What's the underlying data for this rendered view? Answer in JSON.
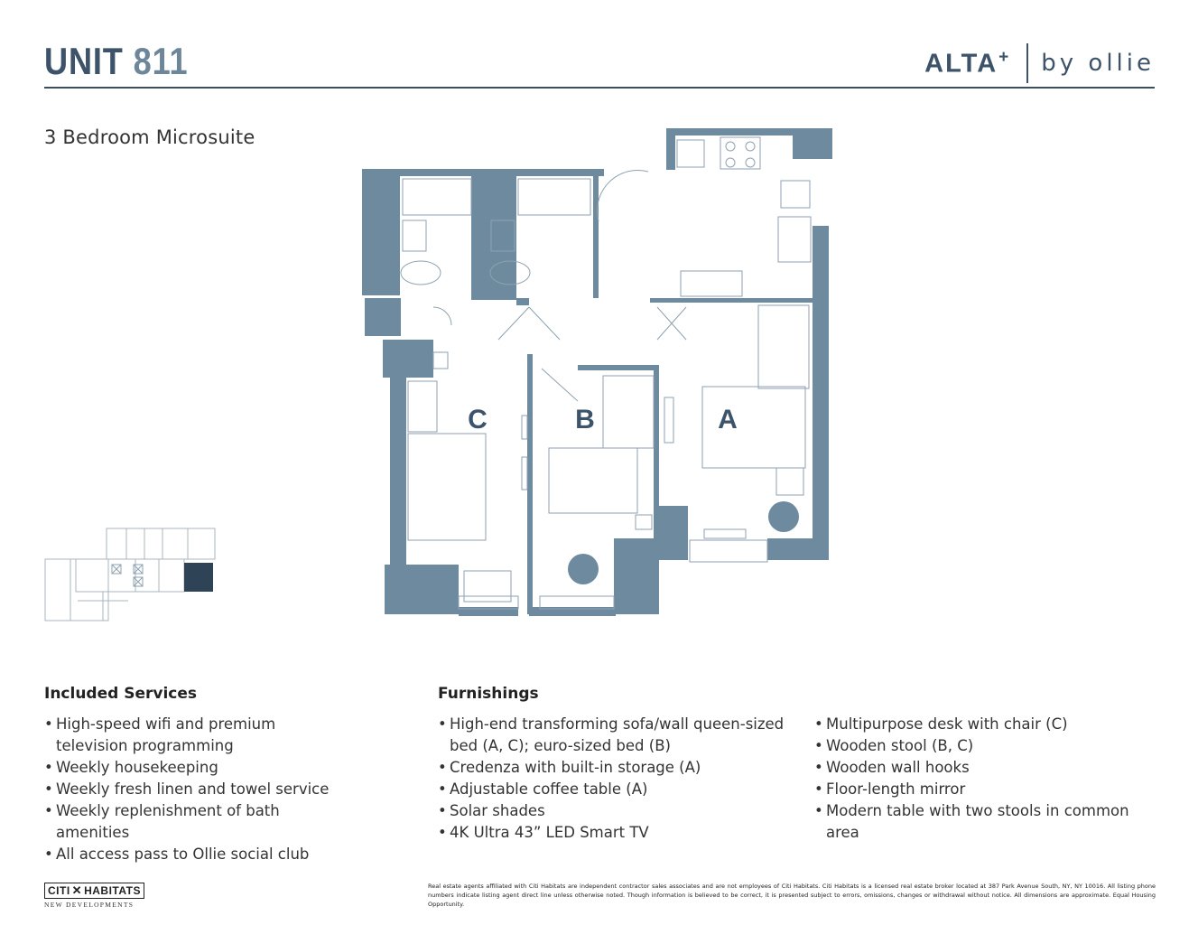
{
  "header": {
    "unit_label": "UNIT",
    "unit_number": "811",
    "brand_name": "ALTA",
    "brand_plus": "+",
    "brand_sub": "by ollie"
  },
  "subtitle": "3 Bedroom Microsuite",
  "floorplan": {
    "room_labels": [
      "C",
      "B",
      "A"
    ],
    "wall_color": "#6e8a9e"
  },
  "keyplan": {
    "highlight_color": "#2f4357"
  },
  "services": {
    "title": "Included Services",
    "items": [
      "High-speed wifi and premium television programming",
      "Weekly housekeeping",
      "Weekly fresh linen and towel service",
      "Weekly replenishment of bath amenities",
      "All access pass to Ollie social club"
    ]
  },
  "furnishings": {
    "title": "Furnishings",
    "col1": [
      "High-end transforming sofa/wall queen-sized bed (A, C); euro-sized bed (B)",
      "Credenza with built-in storage (A)",
      "Adjustable coffee table (A)",
      "Solar shades",
      "4K Ultra 43” LED Smart TV"
    ],
    "col2": [
      "Multipurpose desk with chair (C)",
      "Wooden stool (B, C)",
      "Wooden wall hooks",
      "Floor-length mirror",
      "Modern table with two stools in common area"
    ]
  },
  "footer": {
    "logo_left": "CITI",
    "logo_right": "HABITATS",
    "logo_sub": "NEW DEVELOPMENTS",
    "disclaimer": "Real estate agents affiliated with Citi Habitats are independent contractor sales associates and are not employees of Citi Habitats. Citi Habitats is a licensed real estate broker located at 387 Park Avenue South, NY, NY 10016. All listing phone numbers indicate listing agent direct line unless otherwise noted. Though information is believed to be correct, it is presented subject to errors, omissions, changes or withdrawal without notice. All dimensions are approximate. Equal Housing Opportunity."
  }
}
